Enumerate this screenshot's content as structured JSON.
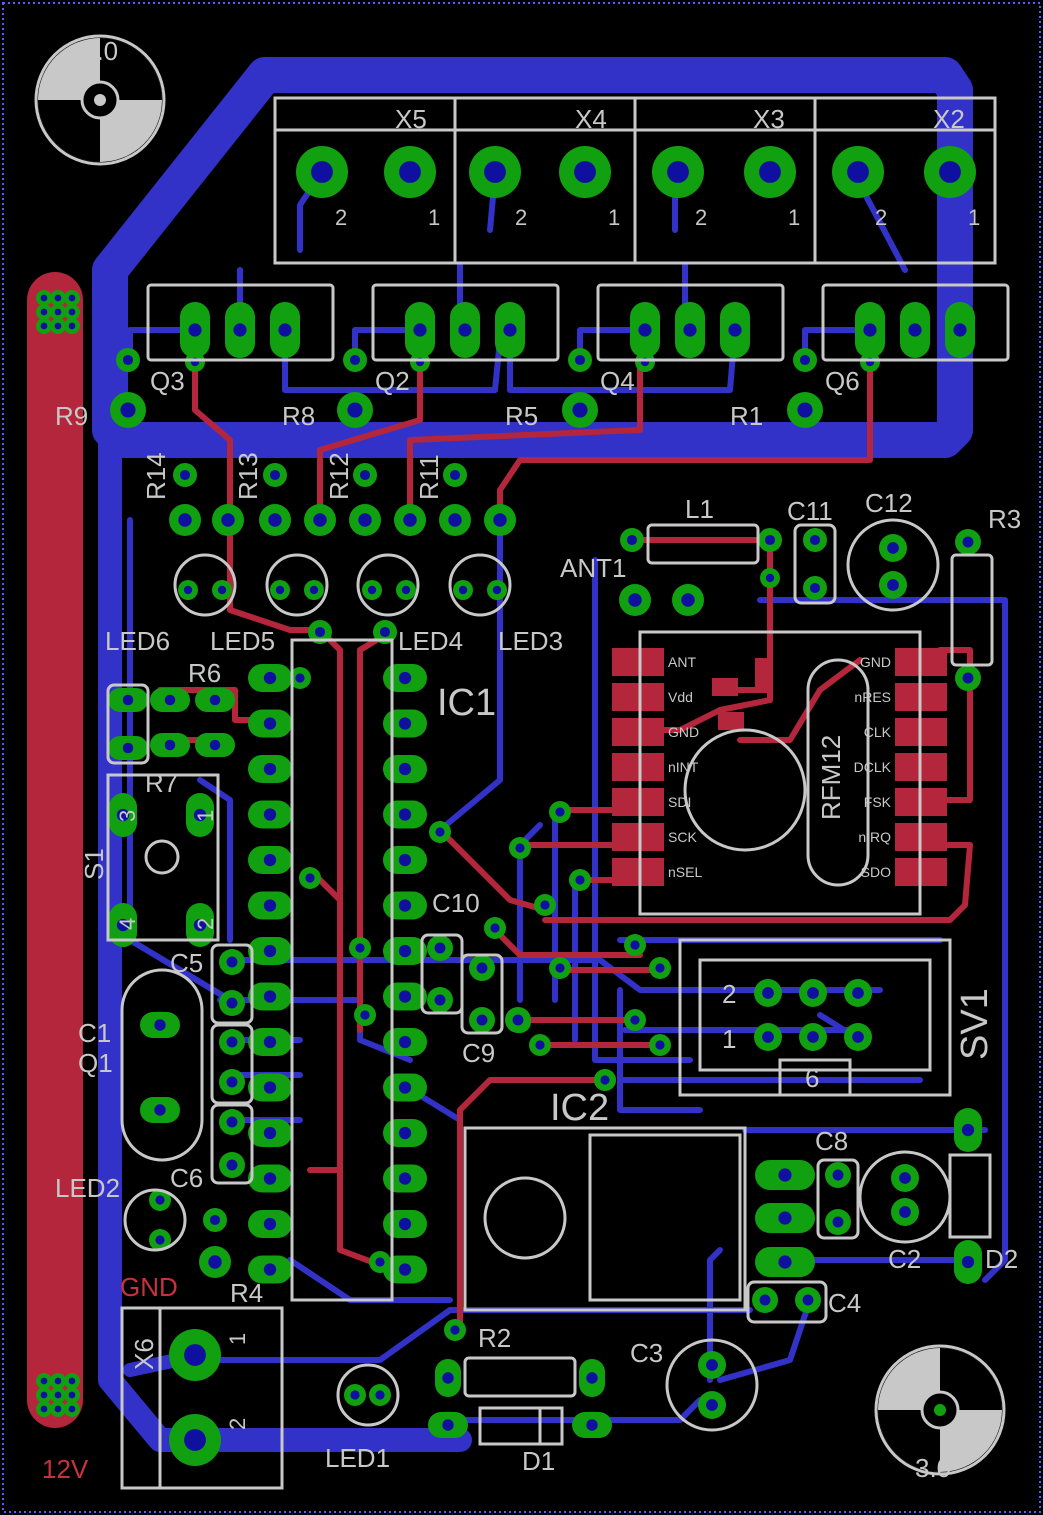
{
  "mounting_holes": [
    {
      "id": "mh-top-left",
      "label": "3.0"
    },
    {
      "id": "mh-bottom-right",
      "label": "3.0"
    }
  ],
  "connectors_top": [
    {
      "name": "X5",
      "pins": [
        "2",
        "1"
      ]
    },
    {
      "name": "X4",
      "pins": [
        "2",
        "1"
      ]
    },
    {
      "name": "X3",
      "pins": [
        "2",
        "1"
      ]
    },
    {
      "name": "X2",
      "pins": [
        "2",
        "1"
      ]
    }
  ],
  "transistors": [
    "Q3",
    "Q2",
    "Q4",
    "Q6"
  ],
  "resistors": {
    "r9": "R9",
    "r8": "R8",
    "r5": "R5",
    "r1": "R1",
    "r14": "R14",
    "r13": "R13",
    "r12": "R12",
    "r11": "R11",
    "r6": "R6",
    "r7": "R7",
    "r3": "R3",
    "r2": "R2",
    "r4": "R4"
  },
  "leds": {
    "led6": "LED6",
    "led5": "LED5",
    "led4": "LED4",
    "led3": "LED3",
    "led2": "LED2",
    "led1": "LED1"
  },
  "capacitors": {
    "c1": "C1",
    "c2": "C2",
    "c3": "C3",
    "c4": "C4",
    "c5": "C5",
    "c6": "C6",
    "c8": "C8",
    "c9": "C9",
    "c10": "C10",
    "c11": "C11",
    "c12": "C12"
  },
  "misc": {
    "l1": "L1",
    "ant1": "ANT1",
    "ic1": "IC1",
    "ic2": "IC2",
    "q1": "Q1",
    "s1": "S1",
    "sv1": "SV1",
    "d1": "D1",
    "d2": "D2",
    "x6": "X6",
    "gnd": "GND",
    "v12": "12V",
    "rfm12": "RFM12"
  },
  "s1_pins": {
    "p1": "1",
    "p2": "2",
    "p3": "3",
    "p4": "4"
  },
  "sv1_pins": {
    "p2": "2",
    "p1": "1",
    "p6": "6"
  },
  "x6_pins": {
    "p1": "1",
    "p2": "2"
  },
  "rfm12_left": [
    "ANT",
    "Vdd",
    "GND",
    "nINT",
    "SDI",
    "SCK",
    "nSEL"
  ],
  "rfm12_right": [
    "GND",
    "nRES",
    "CLK",
    "DCLK",
    "FSK",
    "nIRQ",
    "SDO"
  ],
  "colors": {
    "background": "#000000",
    "bottom_copper": "#3232c8",
    "top_copper": "#b4263c",
    "pad": "#10a010",
    "drill": "#1010a0",
    "silkscreen": "#c8c8c8",
    "top_label": "#c8323c"
  }
}
